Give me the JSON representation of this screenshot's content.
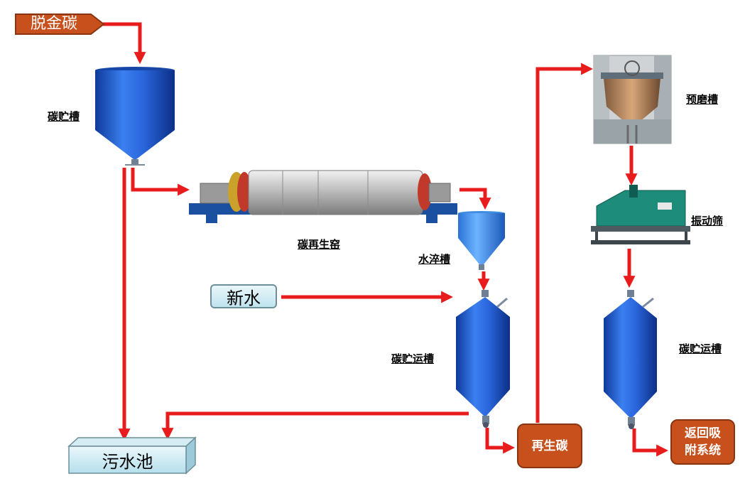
{
  "labels": {
    "carbon_source": "脱金碳",
    "carbon_storage_tank": "碳贮槽",
    "regeneration_kiln": "碳再生窑",
    "quench_tank": "水淬槽",
    "fresh_water": "新水",
    "transport_tank_1": "碳贮运槽",
    "wastewater_pool": "污水池",
    "regenerated_carbon": "再生碳",
    "pre_grinding_tank": "预磨槽",
    "vibrating_screen": "振动筛",
    "transport_tank_2": "碳贮运槽",
    "return_adsorption": "返回吸附系统"
  },
  "colors": {
    "arrow": "#e81c1c",
    "tank_blue": "#1e5bd0",
    "box_orange": "#c8501d",
    "water_fill": "#d6eef5"
  }
}
